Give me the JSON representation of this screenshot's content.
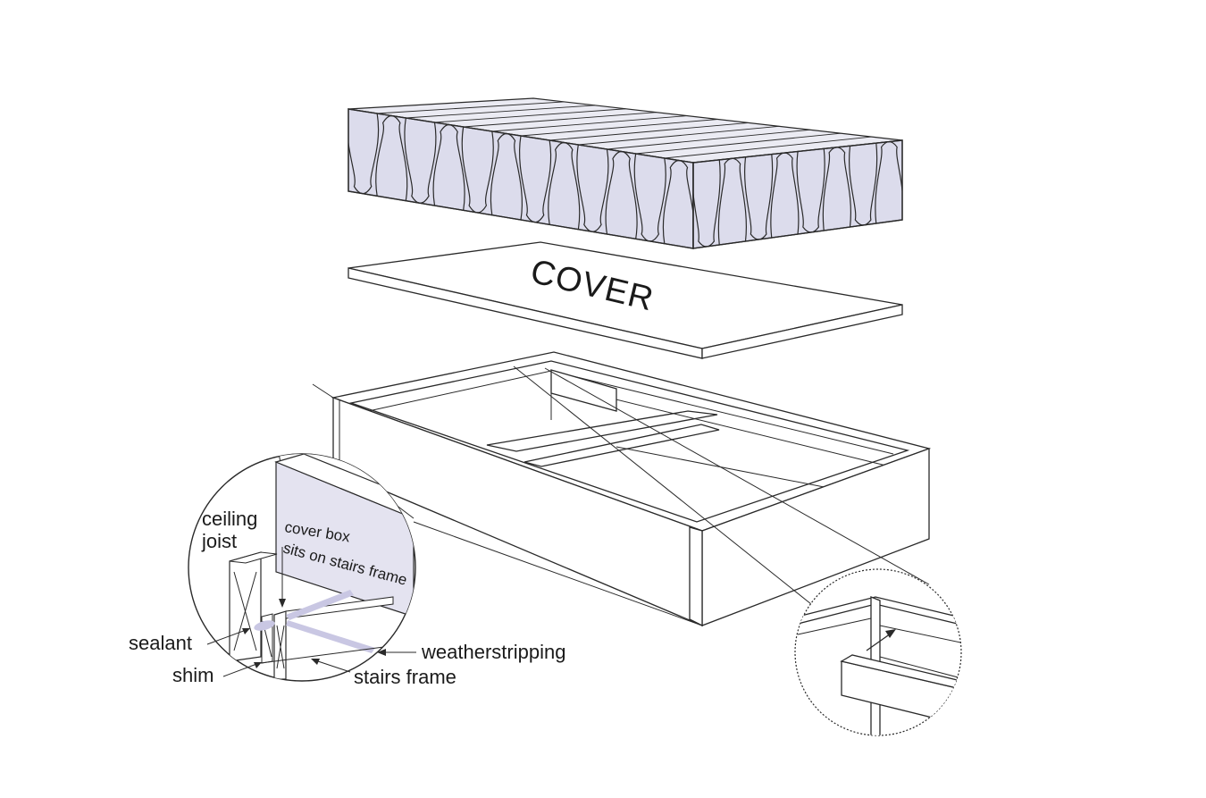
{
  "labels": {
    "cover": "COVER",
    "ceiling_joist_line1": "ceiling",
    "ceiling_joist_line2": "joist",
    "cover_box_line1": "cover box",
    "cover_box_line2": "sits on stairs frame",
    "sealant": "sealant",
    "shim": "shim",
    "weatherstripping": "weatherstripping",
    "stairs_frame": "stairs frame"
  },
  "colors": {
    "insulation_fill": "#dcdcec",
    "accent_fill": "#c9c7e3",
    "line": "#2a2a2a"
  }
}
